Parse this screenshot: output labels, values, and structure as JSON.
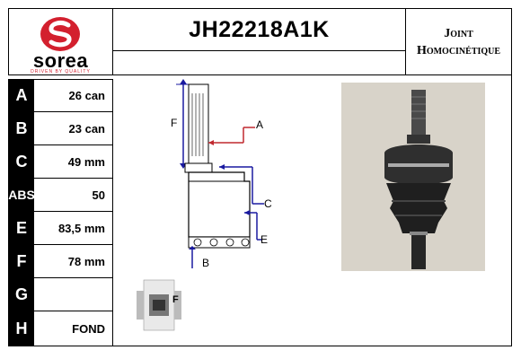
{
  "brand": {
    "name": "sorea",
    "tagline": "DRIVEN BY QUALITY",
    "accent_color": "#d3202e"
  },
  "header": {
    "reference": "JH22218A1K",
    "product_type_line1": "Joint",
    "product_type_line2": "Homocinétique"
  },
  "specs": [
    {
      "key": "A",
      "value": "26 can"
    },
    {
      "key": "B",
      "value": "23 can"
    },
    {
      "key": "C",
      "value": "49 mm"
    },
    {
      "key": "ABS",
      "value": "50"
    },
    {
      "key": "E",
      "value": "83,5 mm"
    },
    {
      "key": "F",
      "value": "78 mm"
    },
    {
      "key": "G",
      "value": ""
    },
    {
      "key": "H",
      "value": "FOND"
    }
  ],
  "diagram": {
    "labels": {
      "a": "A",
      "b": "B",
      "c": "C",
      "e": "E",
      "f": "F"
    },
    "arrow_color": "#c0282f",
    "guide_color": "#1a1aa0"
  },
  "thumbnail": {
    "label": "F"
  }
}
